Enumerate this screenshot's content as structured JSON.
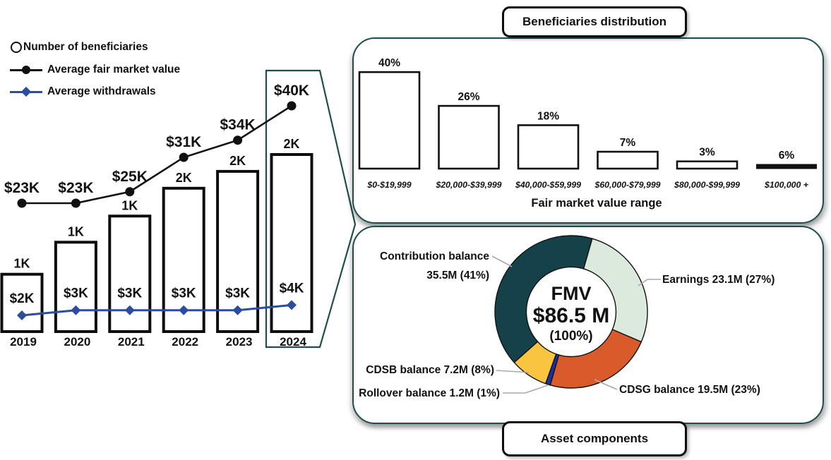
{
  "colors": {
    "panel_border": "#1E4E4B",
    "highlight_outline": "#1E4E4B",
    "withdrawals_blue": "#2B4C9F",
    "fmv_black": "#111111",
    "connector_gray": "#A9A9A9"
  },
  "panels": {
    "top_title": "Beneficiaries distribution",
    "bottom_title": "Asset components"
  },
  "chart_data": [
    {
      "type": "combo-bar-line",
      "categories": [
        "2019",
        "2020",
        "2021",
        "2022",
        "2023",
        "2024"
      ],
      "highlight": {
        "category": "2024"
      },
      "series": [
        {
          "name": "Number of beneficiaries",
          "type": "bar",
          "value_labels": [
            "1K",
            "1K",
            "1K",
            "2K",
            "2K",
            "2K"
          ],
          "values_est_thousands": [
            0.68,
            1.06,
            1.37,
            1.7,
            1.9,
            2.1
          ]
        },
        {
          "name": "Average fair market value",
          "type": "line",
          "value_labels": [
            "$23K",
            "$23K",
            "$25K",
            "$31K",
            "$34K",
            "$40K"
          ],
          "values_thousands": [
            23,
            23,
            25,
            31,
            34,
            40
          ],
          "color": "#111111"
        },
        {
          "name": "Average withdrawals",
          "type": "line",
          "value_labels": [
            "$2K",
            "$3K",
            "$3K",
            "$3K",
            "$3K",
            "$4K"
          ],
          "values_thousands": [
            2,
            3,
            3,
            3,
            3,
            4
          ],
          "color": "#2B4C9F"
        }
      ]
    },
    {
      "type": "bar",
      "title": "Beneficiaries distribution",
      "xlabel": "Fair market value range",
      "categories": [
        "$0-$19,999",
        "$20,000-$39,999",
        "$40,000-$59,999",
        "$60,000-$79,999",
        "$80,000-$99,999",
        "$100,000 +"
      ],
      "values": [
        40,
        26,
        18,
        7,
        3,
        6
      ],
      "value_labels": [
        "40%",
        "26%",
        "18%",
        "7%",
        "3%",
        "6%"
      ],
      "bar_styles": [
        "outline",
        "outline",
        "outline",
        "outline",
        "outline",
        "solid"
      ],
      "ylim": [
        0,
        45
      ],
      "grid": false
    },
    {
      "type": "pie",
      "title": "Asset components",
      "donut": true,
      "start_angle_deg": 16,
      "center": {
        "line1": "FMV",
        "line2": "$86.5 M",
        "line3": "(100%)"
      },
      "slices": [
        {
          "label": "Earnings 23.1M (27%)",
          "name": "Earnings",
          "value_millions": 23.1,
          "pct": 27,
          "color": "#DCEADE"
        },
        {
          "label": "CDSG balance 19.5M (23%)",
          "name": "CDSG balance",
          "value_millions": 19.5,
          "pct": 23,
          "color": "#D95B2B"
        },
        {
          "label": "Rollover balance 1.2M (1%)",
          "name": "Rollover balance",
          "value_millions": 1.2,
          "pct": 1,
          "color": "#1B2FA6"
        },
        {
          "label": "CDSB balance 7.2M (8%)",
          "name": "CDSB balance",
          "value_millions": 7.2,
          "pct": 8,
          "color": "#F9C440"
        },
        {
          "label": "Contribution balance 35.5M (41%)",
          "name": "Contribution balance",
          "value_millions": 35.5,
          "pct": 41,
          "color": "#15414B",
          "label_line1": "Contribution balance",
          "label_line2": "35.5M (41%)"
        }
      ]
    }
  ]
}
